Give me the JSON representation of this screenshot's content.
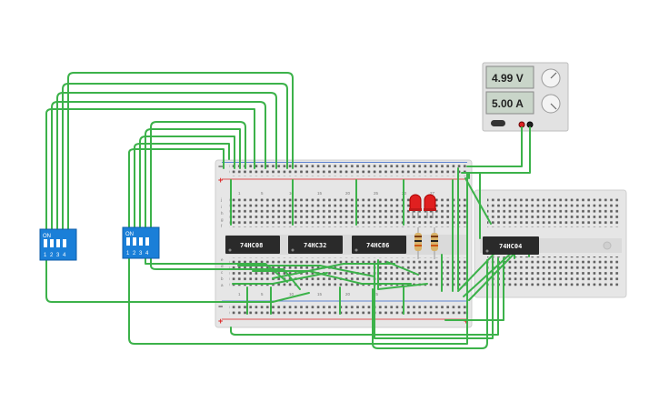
{
  "power_supply": {
    "voltage_display": "4.99 V",
    "current_display": "5.00 A",
    "panel_color": "#e3e3e3",
    "display_color": "#c8d4c8"
  },
  "chips": [
    {
      "label": "74HC08"
    },
    {
      "label": "74HC32"
    },
    {
      "label": "74HC86"
    },
    {
      "label": "74HC04"
    }
  ],
  "dip_switches": [
    {
      "on_label": "ON",
      "pins": [
        "1",
        "2",
        "3",
        "4"
      ]
    },
    {
      "on_label": "ON",
      "pins": [
        "1",
        "2",
        "3",
        "4"
      ]
    }
  ],
  "breadboard": {
    "rail_plus": "+",
    "rail_minus": "−",
    "row_letters_top": [
      "j",
      "i",
      "h",
      "g",
      "f"
    ],
    "row_letters_bottom": [
      "e",
      "d",
      "c",
      "b",
      "a"
    ]
  },
  "leds": [
    {
      "color": "#e02020"
    },
    {
      "color": "#e02020"
    }
  ],
  "colors": {
    "wire": "#3cb24a",
    "switch_body": "#1a7fd8",
    "chip_body": "#2a2a2a",
    "breadboard": "#e8e8e8",
    "rail_red": "#d22",
    "rail_blue": "#3366cc"
  }
}
